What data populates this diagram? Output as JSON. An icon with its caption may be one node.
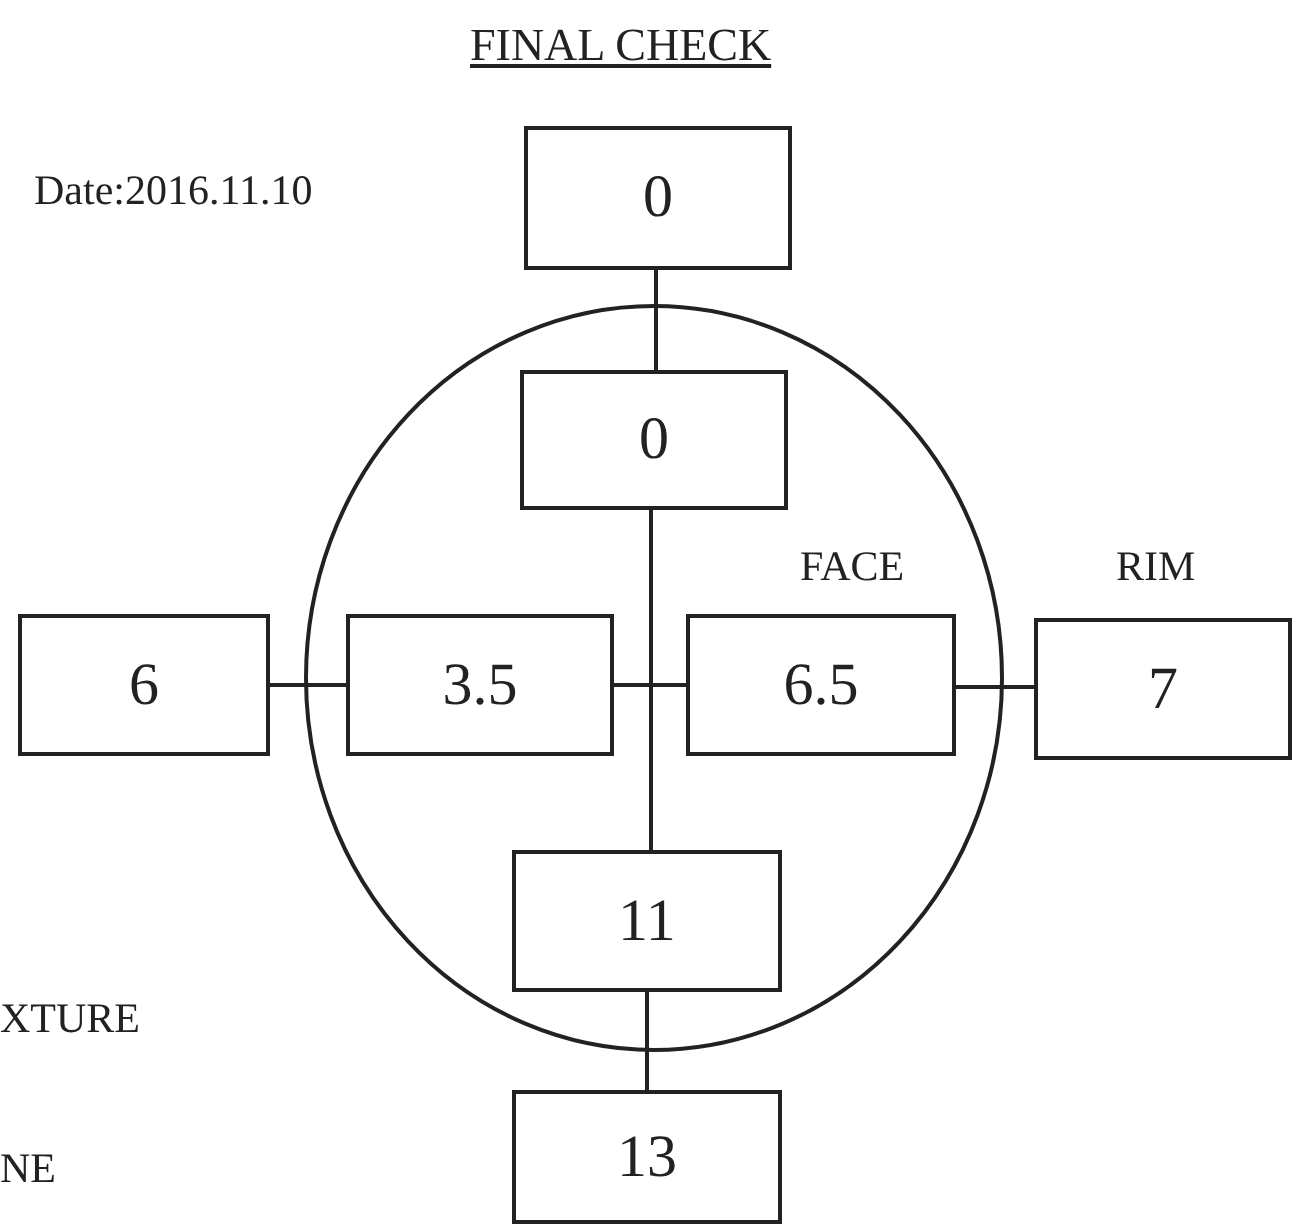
{
  "diagram": {
    "title": "FINAL CHECK",
    "nodes": [
      {
        "text": [
          "0"
        ]
      },
      {
        "text": [],
        "shape": "circle"
      },
      {
        "text": [
          "0"
        ],
        "in": 1
      },
      {
        "text": [
          "6"
        ]
      },
      {
        "text": [
          "3.5"
        ],
        "in": 1
      },
      {
        "text": [
          "6.5"
        ],
        "in": 1
      },
      {
        "text": [
          "7"
        ]
      },
      {
        "text": [
          "11"
        ],
        "in": 1
      },
      {
        "text": [
          "13"
        ]
      }
    ],
    "edges": [
      {
        "from": 0,
        "to": 2,
        "arrow": "none"
      },
      {
        "from": 2,
        "to": 7,
        "arrow": "none"
      },
      {
        "from": 3,
        "to": 4,
        "arrow": "none"
      },
      {
        "from": 4,
        "to": 5,
        "arrow": "none"
      },
      {
        "from": 5,
        "to": 6,
        "arrow": "none"
      },
      {
        "from": 7,
        "to": 8,
        "arrow": "none"
      }
    ],
    "labels": [
      "Date:2016.11.10",
      "FACE",
      "RIM",
      "XTURE",
      "NE"
    ]
  }
}
